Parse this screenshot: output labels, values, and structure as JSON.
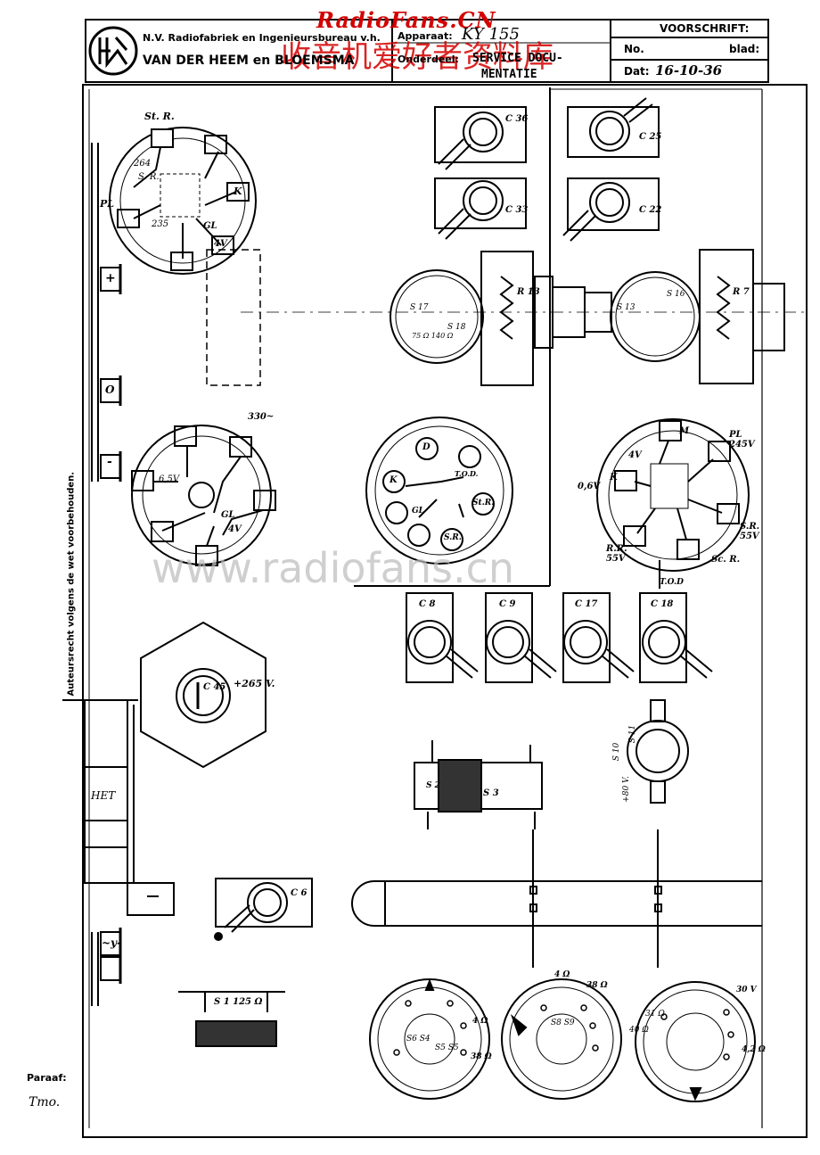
{
  "watermark": {
    "top_line": "RadioFans.CN",
    "top_line_cn": "收音机爱好者资料库",
    "center": "www.radiofans.cn",
    "color": "#d40000"
  },
  "header": {
    "company_line1": "N.V. Radiofabriek en Ingenieursbureau v.h.",
    "company_line2": "VAN DER HEEM en BLOEMSMA",
    "apparaat_label": "Apparaat:",
    "apparaat_value": "KY 155",
    "onderdeel_label": "Onderdeel:",
    "onderdeel_value_1": "SERVICE DOCU-",
    "onderdeel_value_2": "MENTATIE",
    "voorschrift_label": "VOORSCHRIFT:",
    "no_label": "No.",
    "blad_label": "blad:",
    "dat_label": "Dat:",
    "dat_value": "16-10-36"
  },
  "side_text": "Auteursrecht volgens de wet voorbehouden.",
  "footer": {
    "paraaf_label": "Paraaf:",
    "paraaf_value": "Tmo."
  },
  "labels": {
    "st_r": "St. R.",
    "s264": "264",
    "sr": "S. R.",
    "pl": "PL",
    "k": "K",
    "s235": "235",
    "gl": "GL",
    "v4": "4V",
    "plus": "+",
    "o": "O",
    "minus": "-",
    "v65": "6,5V",
    "pl330": "330~",
    "gl2": "GL",
    "v4b": "4V",
    "c45": "C 45",
    "v265": "+265 V.",
    "het": "HET",
    "c36": "C 36",
    "c33": "C 33",
    "c25": "C 25",
    "c22": "C 22",
    "r13": "R 13",
    "r7": "R 7",
    "s17": "S 17",
    "s18": "S 18",
    "w751": "75 Ω 140 Ω",
    "s13": "S 13",
    "s16": "S 16",
    "d": "D",
    "k2": "K",
    "gl3": "GL",
    "sr2": "S.R.",
    "sr3": "St.R.",
    "tod": "T.O.D.",
    "pl245": "PL 245V",
    "m": "M",
    "v46": "0,6V",
    "k3": "K",
    "v4c": "4V",
    "sr55": "S.R. 55V",
    "rr55": "R.R. 55V",
    "scr": "Sc. R.",
    "tod2": "T.O.D",
    "c8": "C 8",
    "c9": "C 9",
    "c17": "C 17",
    "c18": "C 18",
    "s10": "S 10",
    "s11": "S 11",
    "v80": "+80 V.",
    "s2": "S 2",
    "s3": "S 3",
    "c6": "C 6",
    "ms": "~y-",
    "s1": "S 1 125 Ω",
    "s4s6": "S6 S4",
    "s5": "S5 S5",
    "r4": "4 Ω",
    "r38": "38 Ω",
    "s8s9": "S8 S9",
    "r4b": "4 Ω",
    "r38b": "38 Ω",
    "r31": "31 Ω",
    "r40": "40 Ω",
    "r42": "4,2 Ω",
    "r30v": "30 V"
  }
}
